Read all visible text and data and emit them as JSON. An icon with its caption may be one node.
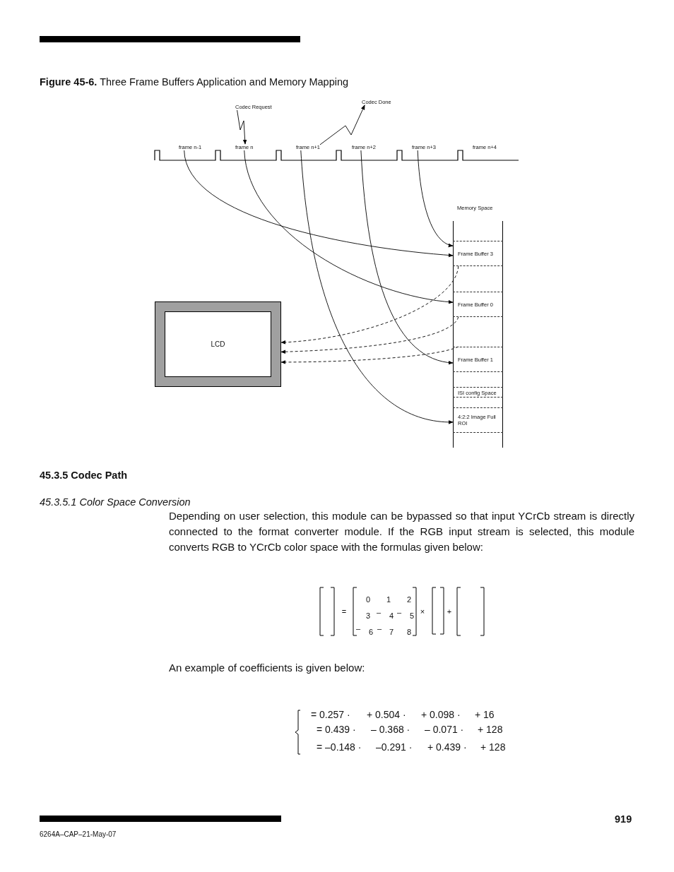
{
  "diagram": {
    "title": "**Figure 45-6.** Three Frame Buffers Application and Memory Mapping",
    "nodes": [
      {
        "text": [
          "Codec Request"
        ]
      },
      {
        "text": [
          "Codec Done"
        ]
      },
      {
        "text": [
          "frame n-1"
        ]
      },
      {
        "text": [
          "frame  n"
        ]
      },
      {
        "text": [
          "frame n+1"
        ]
      },
      {
        "text": [
          "frame n+2"
        ]
      },
      {
        "text": [
          "frame n+3"
        ]
      },
      {
        "text": [
          "frame n+4"
        ]
      },
      {
        "text": [
          "Memory Space"
        ]
      },
      {
        "text": [
          "Frame Buffer 3"
        ],
        "in": 8
      },
      {
        "text": [
          "Frame Buffer 0"
        ],
        "in": 8
      },
      {
        "text": [
          "Frame Buffer 1"
        ],
        "in": 8
      },
      {
        "text": [
          "ISI config Space"
        ],
        "in": 8
      },
      {
        "text": [
          "4:2:2  Image Full ROI"
        ],
        "in": 8
      },
      {
        "text": [
          "LCD"
        ]
      }
    ],
    "edges": [
      {
        "from": 0,
        "to": 3,
        "arrow": "to"
      },
      {
        "from": 4,
        "to": 1,
        "arrow": "to"
      },
      {
        "from": 2,
        "to": 9,
        "arrow": "to"
      },
      {
        "from": 3,
        "to": 10,
        "arrow": "to"
      },
      {
        "from": 4,
        "to": 13,
        "arrow": "to"
      },
      {
        "from": 5,
        "to": 11,
        "arrow": "to"
      },
      {
        "from": 6,
        "to": 9,
        "arrow": "to"
      },
      {
        "from": 9,
        "to": 14,
        "arrow": "to",
        "style": "dashed"
      },
      {
        "from": 10,
        "to": 14,
        "arrow": "to",
        "style": "dashed"
      },
      {
        "from": 11,
        "to": 14,
        "arrow": "to",
        "style": "dashed"
      }
    ],
    "labels": [
      "45.3.5 Codec Path",
      "45.3.5.1 Color Space Conversion",
      "Depending on user selection, this module can be bypassed so that input YCrCb stream is directly connected to the format converter module. If the RGB input stream is selected, this module converts RGB to YCrCb color space with the formulas given below:",
      "=",
      "0",
      "1",
      "2",
      "3",
      "–",
      "4",
      "–",
      "5",
      "×",
      "+",
      "–",
      "6",
      "–",
      "7",
      "8",
      "An example of coefficients is given below:",
      "= 0.257 ·",
      "+ 0.504 ·",
      "+ 0.098 ·",
      "+ 16",
      "= 0.439 ·",
      "– 0.368 ·",
      "– 0.071 ·",
      "+ 128",
      "= –0.148 ·",
      "–0.291 ·",
      "+ 0.439 ·",
      "+ 128",
      "919",
      "6264A–CAP–21-May-07"
    ]
  }
}
